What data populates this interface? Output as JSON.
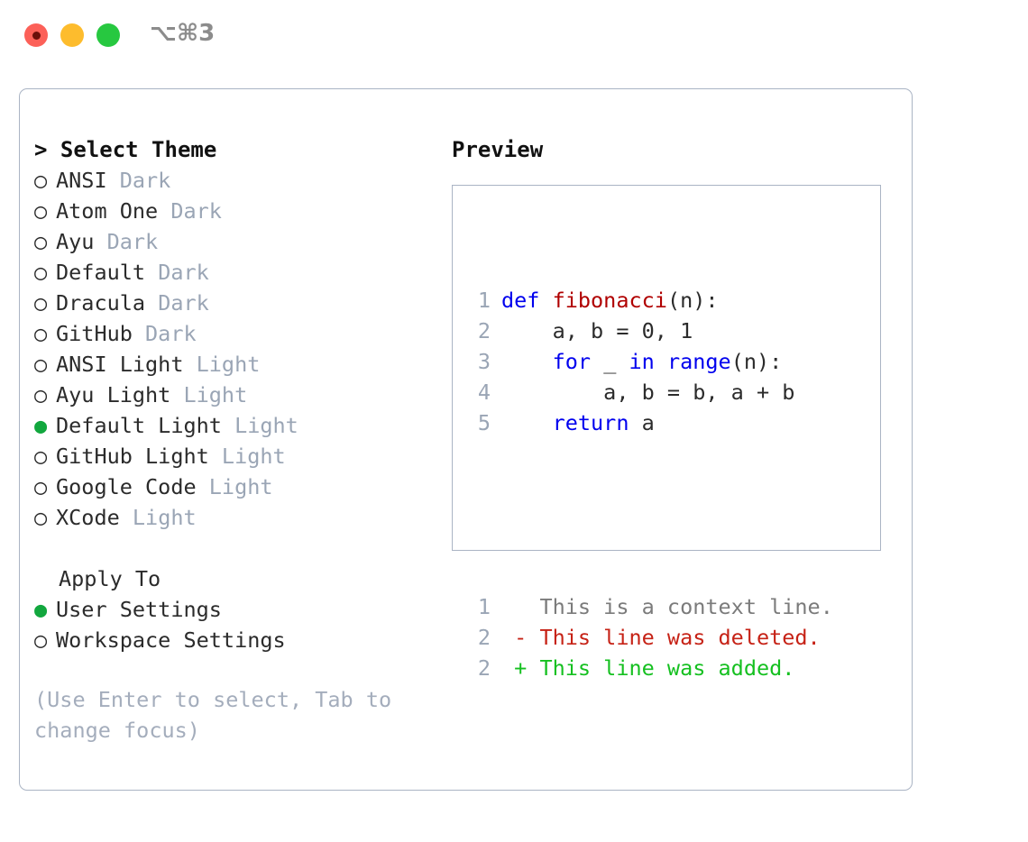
{
  "titlebar": {
    "shortcut": "⌥⌘3",
    "buttons": [
      {
        "name": "close",
        "color": "#fc6058"
      },
      {
        "name": "minimize",
        "color": "#fdbc2d"
      },
      {
        "name": "maximize",
        "color": "#27c840"
      }
    ]
  },
  "theme_list": {
    "title": "> Select Theme",
    "marker_selected": "●",
    "marker_unselected": "○",
    "items": [
      {
        "label": "ANSI",
        "tag": "Dark",
        "selected": false
      },
      {
        "label": "Atom One",
        "tag": "Dark",
        "selected": false
      },
      {
        "label": "Ayu",
        "tag": "Dark",
        "selected": false
      },
      {
        "label": "Default",
        "tag": "Dark",
        "selected": false
      },
      {
        "label": "Dracula",
        "tag": "Dark",
        "selected": false
      },
      {
        "label": "GitHub",
        "tag": "Dark",
        "selected": false
      },
      {
        "label": "ANSI Light",
        "tag": "Light",
        "selected": false
      },
      {
        "label": "Ayu Light",
        "tag": "Light",
        "selected": false
      },
      {
        "label": "Default Light",
        "tag": "Light",
        "selected": true
      },
      {
        "label": "GitHub Light",
        "tag": "Light",
        "selected": false
      },
      {
        "label": "Google Code",
        "tag": "Light",
        "selected": false
      },
      {
        "label": "XCode",
        "tag": "Light",
        "selected": false
      }
    ]
  },
  "apply_to": {
    "title": "Apply To",
    "options": [
      {
        "label": "User Settings",
        "selected": true
      },
      {
        "label": "Workspace Settings",
        "selected": false
      }
    ]
  },
  "hint": "(Use Enter to select, Tab to change focus)",
  "preview": {
    "title": "Preview",
    "code_lines": [
      {
        "num": "1",
        "tokens": [
          {
            "text": "def ",
            "type": "kw"
          },
          {
            "text": "fibonacci",
            "type": "fn"
          },
          {
            "text": "(n):",
            "type": "pln"
          }
        ]
      },
      {
        "num": "2",
        "tokens": [
          {
            "text": "    a, b = 0, 1",
            "type": "pln"
          }
        ]
      },
      {
        "num": "3",
        "tokens": [
          {
            "text": "    ",
            "type": "pln"
          },
          {
            "text": "for",
            "type": "kw"
          },
          {
            "text": " _ ",
            "type": "pln"
          },
          {
            "text": "in",
            "type": "kw"
          },
          {
            "text": " ",
            "type": "pln"
          },
          {
            "text": "range",
            "type": "kw"
          },
          {
            "text": "(n):",
            "type": "pln"
          }
        ]
      },
      {
        "num": "4",
        "tokens": [
          {
            "text": "        a, b = b, a + b",
            "type": "pln"
          }
        ]
      },
      {
        "num": "5",
        "tokens": [
          {
            "text": "    ",
            "type": "pln"
          },
          {
            "text": "return",
            "type": "kw"
          },
          {
            "text": " a",
            "type": "pln"
          }
        ]
      }
    ],
    "diff_lines": [
      {
        "num": "1",
        "sign": " ",
        "text": "This is a context line.",
        "type": "ctx"
      },
      {
        "num": "2",
        "sign": "-",
        "text": "This line was deleted.",
        "type": "del"
      },
      {
        "num": "2",
        "sign": "+",
        "text": "This line was added.",
        "type": "add"
      }
    ]
  },
  "colors": {
    "accent_green": "#12a73e",
    "tag_gray": "#9aa5b5",
    "hint_gray": "#a4adbc",
    "border": "#aab4c4",
    "keyword_blue": "#0000ee",
    "function_red": "#b00000",
    "diff_deleted": "#c62216",
    "diff_added": "#15c020",
    "diff_context": "#7b7b7b"
  }
}
